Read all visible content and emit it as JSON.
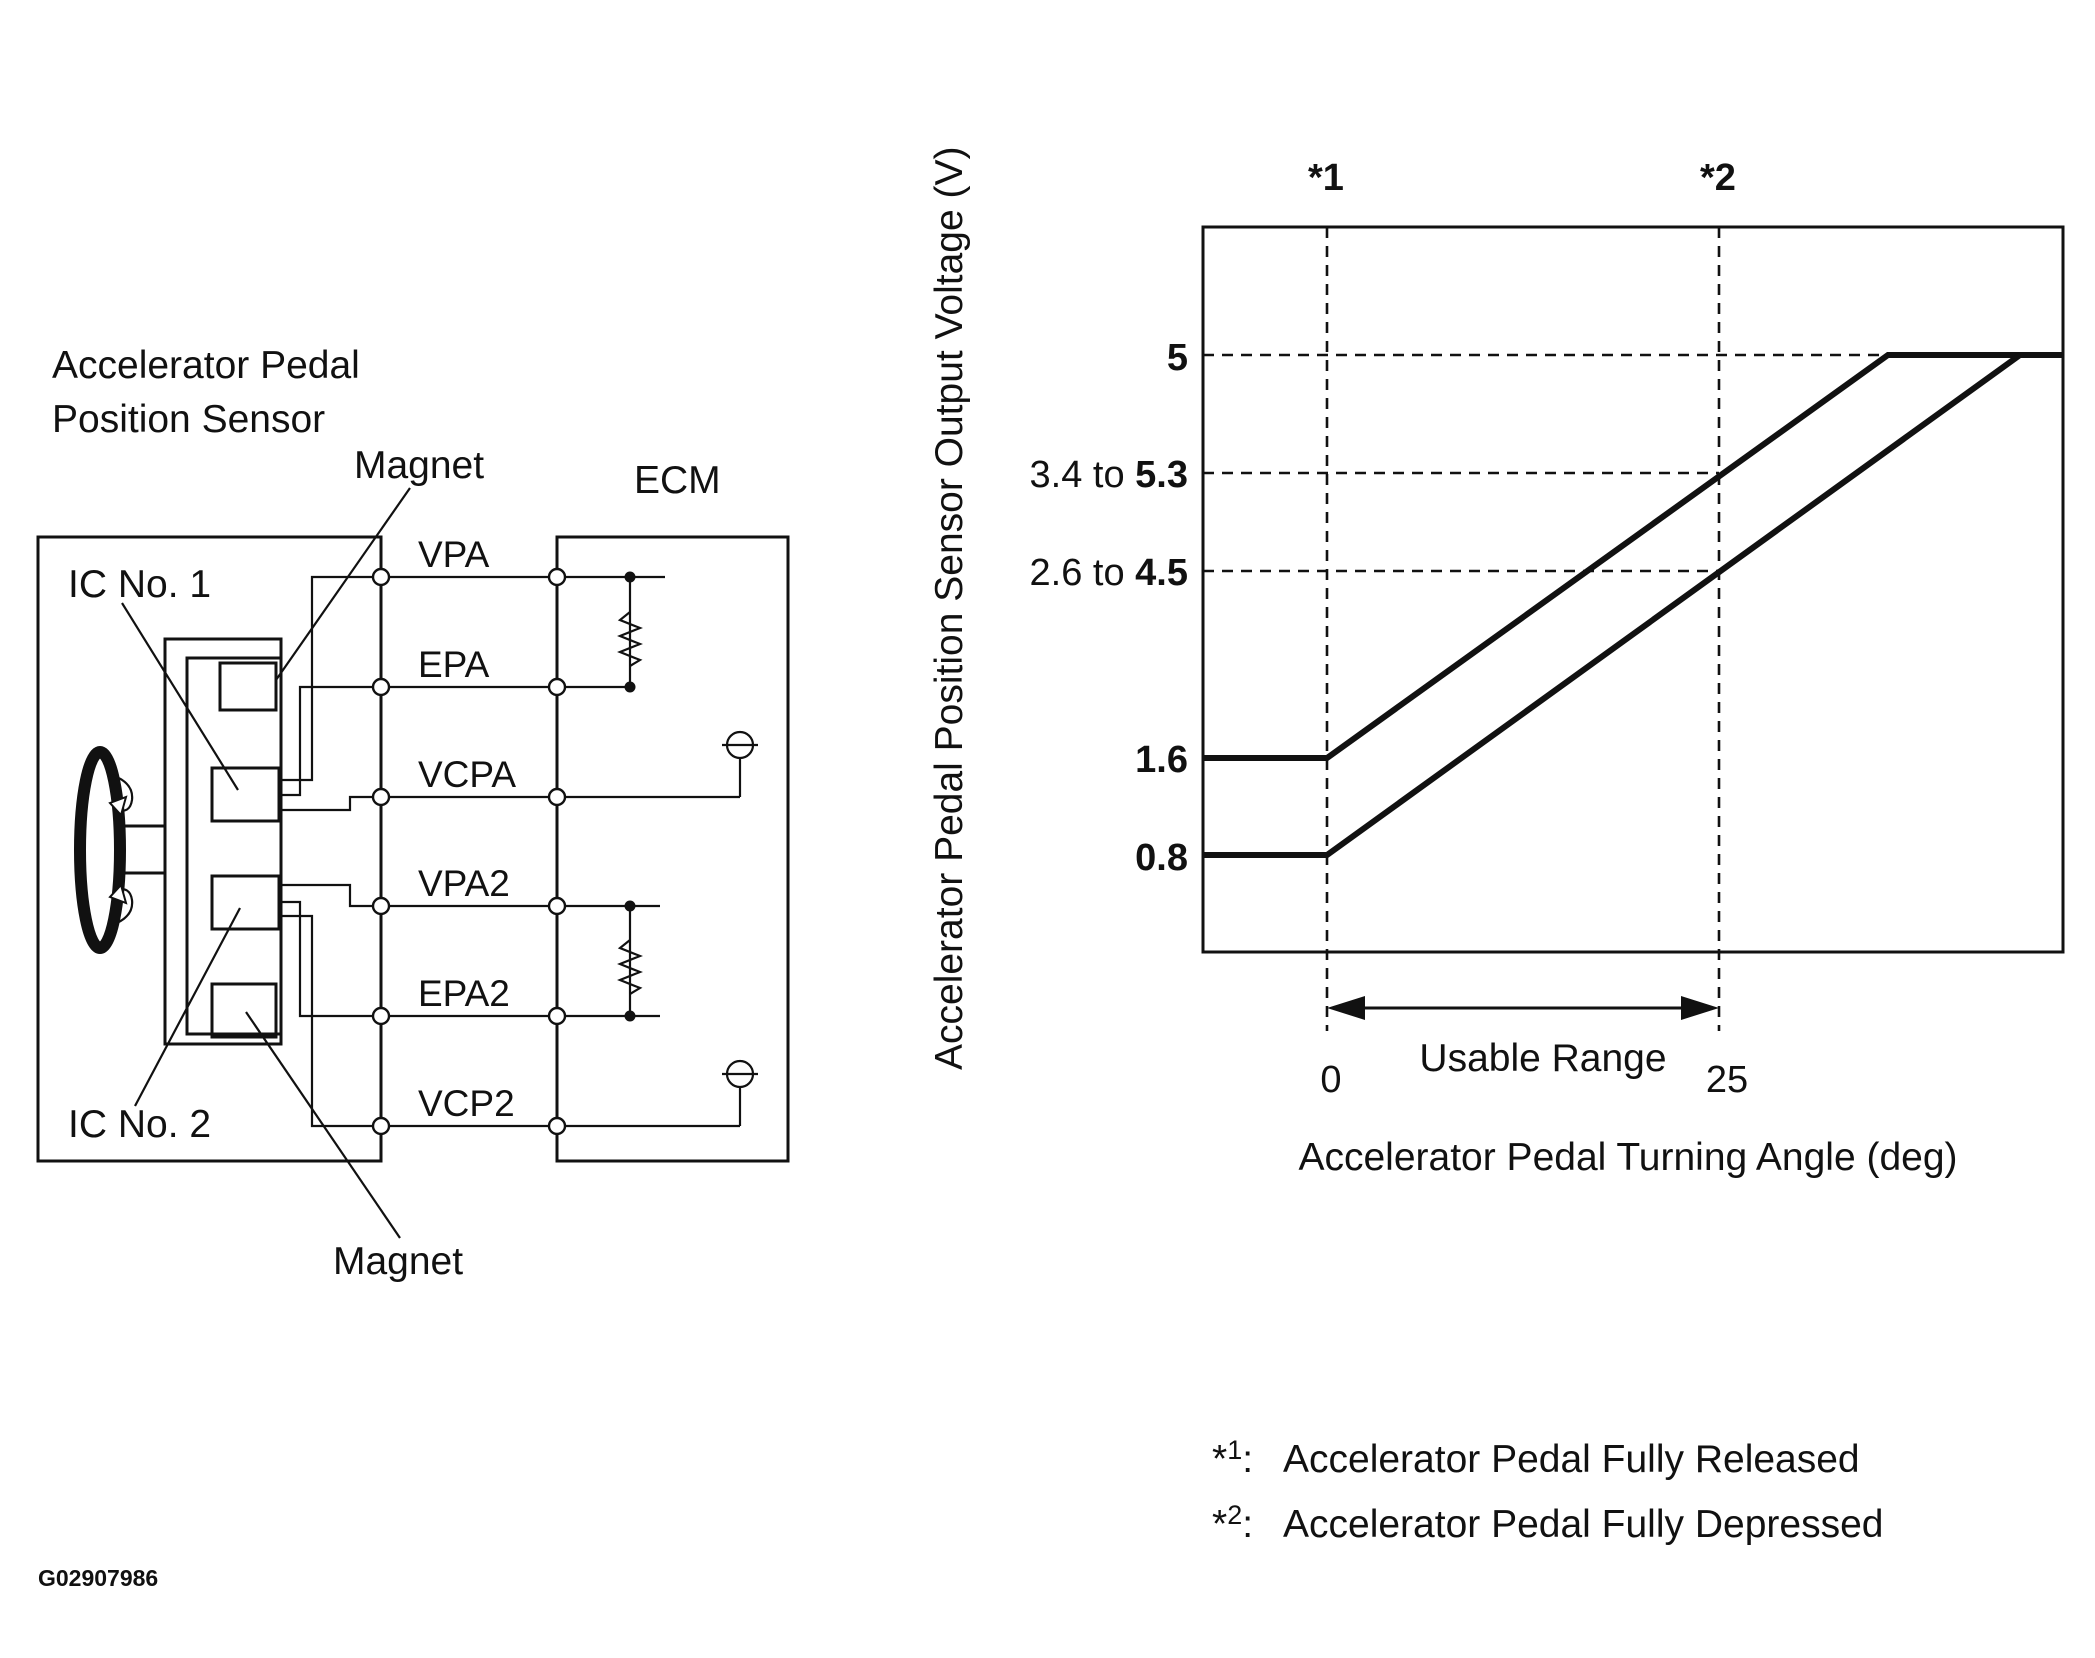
{
  "sensor_title": [
    "Accelerator Pedal",
    "Position Sensor"
  ],
  "labels": {
    "magnet": "Magnet",
    "ecm": "ECM",
    "ic1": "IC No. 1",
    "ic2": "IC No. 2"
  },
  "pins": [
    "VPA",
    "EPA",
    "VCPA",
    "VPA2",
    "EPA2",
    "VCP2"
  ],
  "graph": {
    "marker1": "*1",
    "marker2": "*2",
    "ylabel": "Accelerator Pedal Position Sensor Output Voltage (V)",
    "xlabel": "Accelerator Pedal Turning Angle (deg)",
    "usable_range": "Usable Range",
    "ytick_5": "5",
    "ytick_53_prefix": "3.4 to ",
    "ytick_53_bold": "5.3",
    "ytick_45_prefix": "2.6 to ",
    "ytick_45_bold": "4.5",
    "ytick_16": "1.6",
    "ytick_08": "0.8",
    "xtick_0": "0",
    "xtick_25": "25"
  },
  "notes": [
    {
      "mark": "*",
      "sup": "1",
      "colon": ":",
      "text": "Accelerator Pedal Fully Released"
    },
    {
      "mark": "*",
      "sup": "2",
      "colon": ":",
      "text": "Accelerator Pedal Fully Depressed"
    }
  ],
  "figure_id": "G02907986"
}
